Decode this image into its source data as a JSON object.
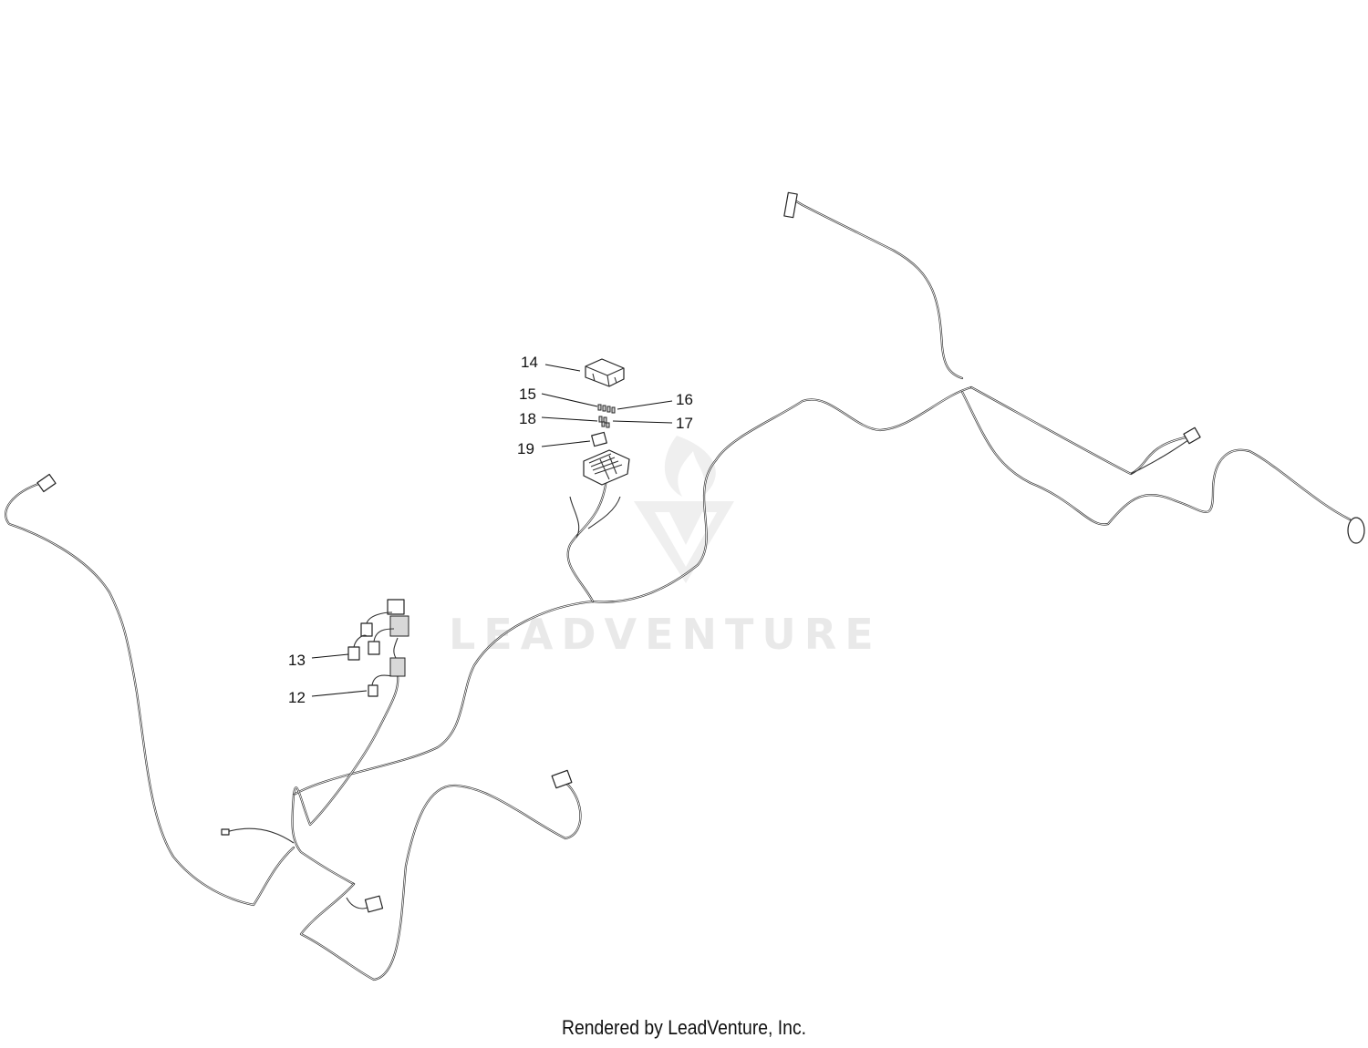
{
  "watermark": {
    "text": "LEADVENTURE"
  },
  "callouts": [
    "12",
    "13",
    "14",
    "15",
    "16",
    "17",
    "18",
    "19"
  ],
  "footer": {
    "text": "Rendered by LeadVenture, Inc."
  }
}
